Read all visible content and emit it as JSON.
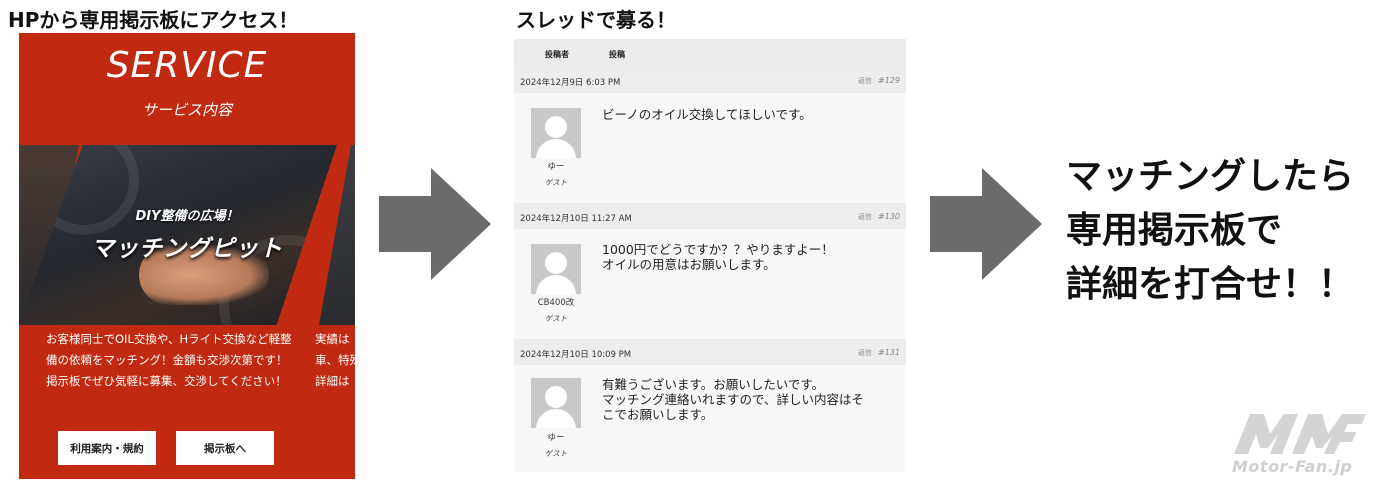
{
  "captions": {
    "left": "HPから専用掲示板にアクセス！",
    "middle": "スレッドで募る！"
  },
  "service": {
    "title": "SERVICE",
    "subtitle": "サービス内容",
    "hero_tag": "DIY整備の広場！",
    "hero_name": "マッチングピット",
    "description": "お客様同士でOIL交換や、Hライト交換など軽整備の依頼をマッチング！金額も交渉次第です！掲示板でぜひ気軽に募集、交渉してください！",
    "description_right": [
      "実績は",
      "車、特殊",
      "詳細は"
    ],
    "button_terms": "利用案内・規約",
    "button_board": "掲示板へ"
  },
  "forum": {
    "header": {
      "poster": "投稿者",
      "post": "投稿"
    },
    "posts": [
      {
        "date": "2024年12月9日 6:03 PM",
        "reply": "返信",
        "number": "#129",
        "user": "ゆー",
        "role": "ゲスト",
        "message": "ビーノのオイル交換してほしいです。"
      },
      {
        "date": "2024年12月10日 11:27 AM",
        "reply": "返信",
        "number": "#130",
        "user": "CB400改",
        "role": "ゲスト",
        "message": "1000円でどうですか？？やりますよー！\nオイルの用意はお願いします。"
      },
      {
        "date": "2024年12月10日 10:09 PM",
        "reply": "返信",
        "number": "#131",
        "user": "ゆー",
        "role": "ゲスト",
        "message": "有難うございます。お願いしたいです。\nマッチング連絡いれますので、詳しい内容はそ\nこでお願いします。"
      }
    ]
  },
  "right_text": {
    "line1": "マッチングしたら",
    "line2": "専用掲示板で",
    "line3": "詳細を打合せ！！"
  },
  "logo": {
    "wordmark": "Motor-Fan.jp"
  },
  "colors": {
    "service_red": "#c12a10",
    "arrow_gray": "#6b6b6d"
  }
}
